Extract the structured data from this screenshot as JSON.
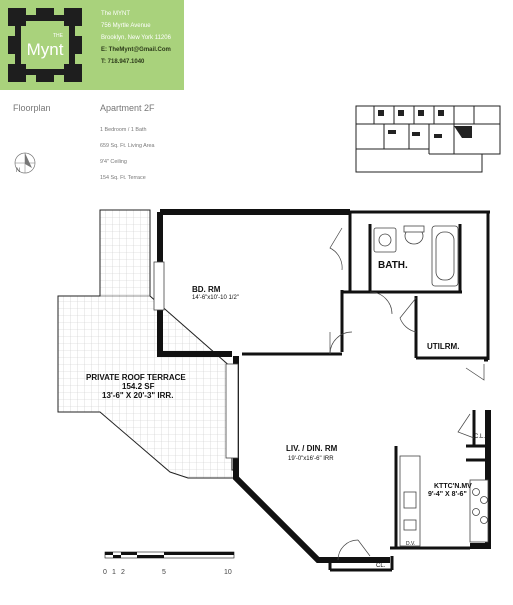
{
  "header": {
    "logo": {
      "the": "THE",
      "name": "Mynt"
    },
    "building_name": "The MYNT",
    "address_line1": "756 Myrtle Avenue",
    "address_line2": "Brooklyn, New York 11206",
    "email": "E: TheMynt@Gmail.Com",
    "phone": "T: 718.947.1040"
  },
  "floorplan_label": "Floorplan",
  "apartment": {
    "title": "Apartment 2F",
    "details": [
      "1 Bedroom / 1 Bath",
      "659 Sq. Ft. Living Area",
      "9'4\" Ceiling",
      "154 Sq. Ft. Terrace"
    ]
  },
  "compass": {
    "letter": "N"
  },
  "rooms": {
    "bedroom": {
      "name": "BD. RM",
      "dims": "14'-6\"x10'-10 1/2\""
    },
    "bath": {
      "name": "BATH."
    },
    "utility": {
      "name": "UTILRM."
    },
    "terrace": {
      "name": "PRIVATE ROOF TERRACE",
      "area": "154.2 SF",
      "dims": "13'-6\" X 20'-3\" IRR."
    },
    "living": {
      "name": "LIV. / DIN. RM",
      "dims": "19'-0\"x16'-6\" IRR"
    },
    "kitchen": {
      "name": "KTTC'N.MV",
      "dims": "9'-4\" X 8'-6\""
    },
    "closet_right": {
      "name": "C.L."
    },
    "closet_bottom": {
      "name": "CL."
    },
    "dishwasher": {
      "name": "D.V."
    }
  },
  "scale_bar": {
    "labels": [
      "0",
      "1",
      "2",
      "5",
      "10"
    ]
  }
}
